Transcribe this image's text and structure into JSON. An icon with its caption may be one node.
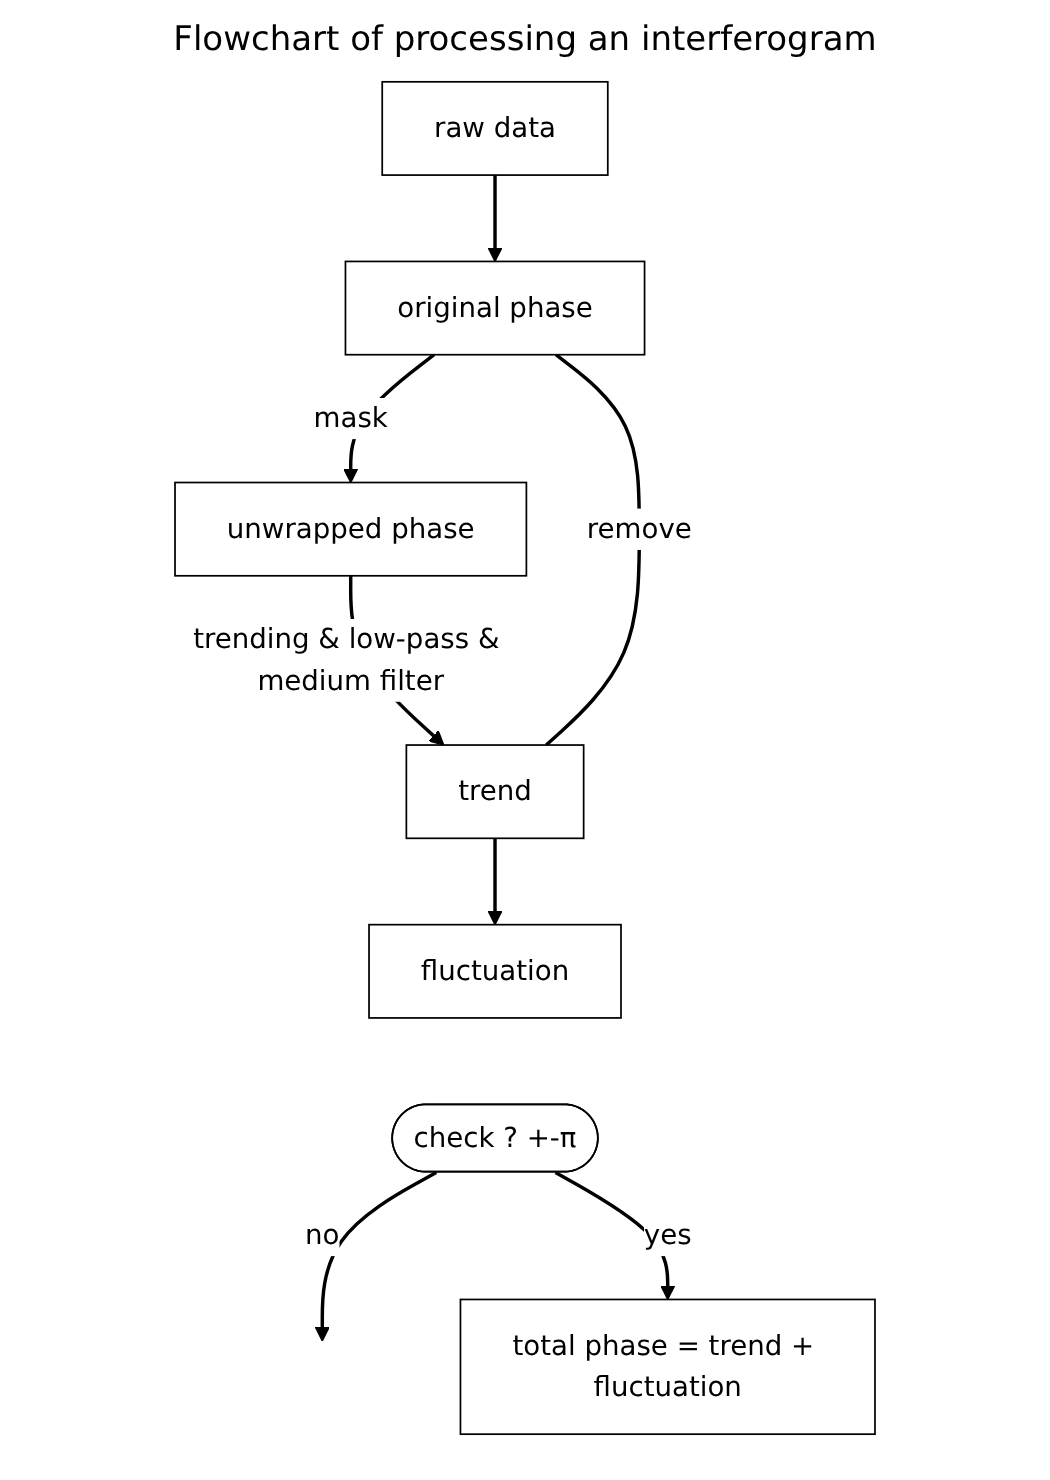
{
  "diagram": {
    "title": "Flowchart of processing an interferogram",
    "nodes": [
      {
        "text": [
          "raw data"
        ]
      },
      {
        "text": [
          "original phase"
        ]
      },
      {
        "text": [
          "unwrapped phase"
        ]
      },
      {
        "text": [
          "trend"
        ]
      },
      {
        "text": [
          "fluctuation"
        ]
      },
      {
        "text": [
          "check ? +-π"
        ]
      },
      {
        "text": [
          "total phase = trend + fluctuation"
        ]
      }
    ],
    "edges": [
      {
        "from": 0,
        "to": 1,
        "arrow": "to"
      },
      {
        "from": 1,
        "to": 2,
        "arrow": "to",
        "label": "mask"
      },
      {
        "from": 2,
        "to": 3,
        "arrow": "to",
        "label": "trending & low-pass & medium filter"
      },
      {
        "from": 1,
        "to": 3,
        "arrow": "none",
        "label": "remove"
      },
      {
        "from": 3,
        "to": 4,
        "arrow": "to"
      },
      {
        "from": 5,
        "to": null,
        "arrow": "to",
        "label": "no"
      },
      {
        "from": 5,
        "to": 6,
        "arrow": "to",
        "label": "yes"
      }
    ]
  }
}
